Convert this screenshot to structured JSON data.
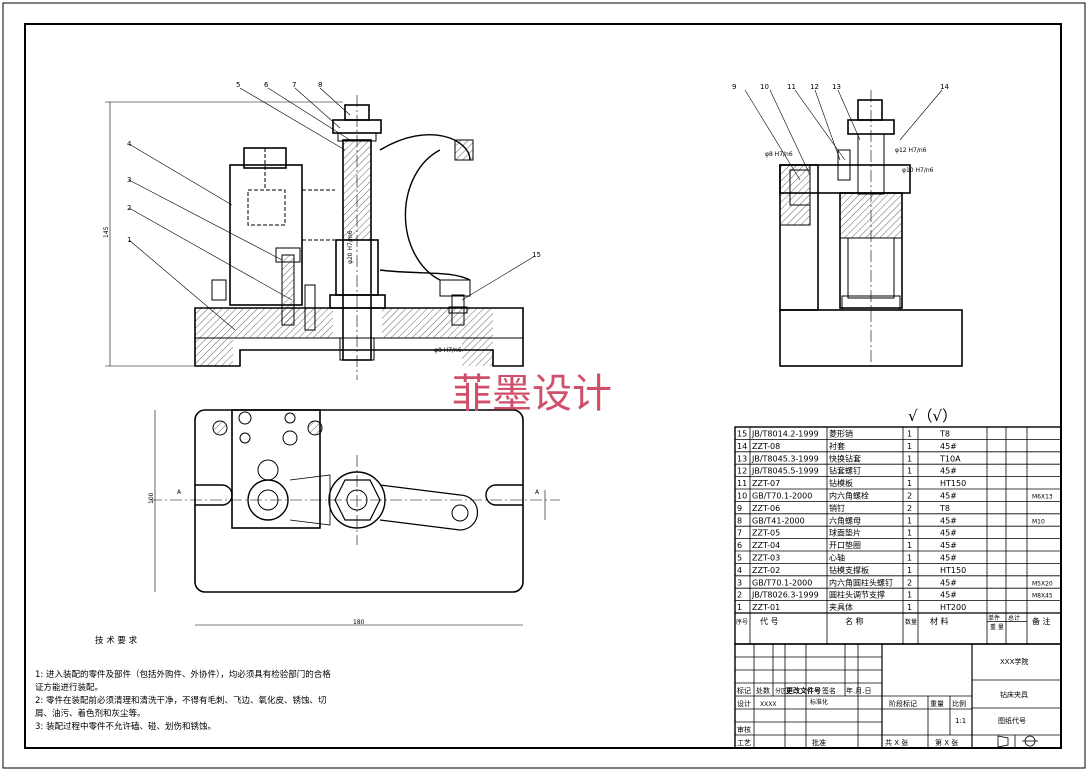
{
  "watermark": "菲墨设计",
  "tech_req": {
    "title": "技 术 要 求",
    "lines": [
      "1: 进入装配的零件及部件（包括外购件、外协件），均必须具有检验部门的合格",
      "证方能进行装配。",
      "2: 零件在装配前必须清理和清洗干净，不得有毛刺、飞边、氧化皮、锈蚀、切",
      "屑、油污、着色剂和灰尘等。",
      "3: 装配过程中零件不允许磕、碰、划伤和锈蚀。"
    ]
  },
  "dimensions": {
    "height": "145",
    "width": "180",
    "depth": "100",
    "dia_shaft": "φ20 H7/m6",
    "dia_pin": "φ8 H7/n6",
    "dia_12": "φ12 H7/n6",
    "dia_10": "φ10 H7/n6",
    "dia_8r": "φ8 H7/n6"
  },
  "roughness": "√（√）",
  "section_marks": {
    "a": "A",
    "b": "A"
  },
  "balloons_front": [
    "1",
    "2",
    "3",
    "4",
    "5",
    "6",
    "7",
    "8",
    "15"
  ],
  "balloons_side": [
    "9",
    "10",
    "11",
    "12",
    "13",
    "14"
  ],
  "bom": {
    "rows": [
      {
        "no": "15",
        "code": "JB/T8014.2-1999",
        "name": "菱形销",
        "qty": "1",
        "mat": "T8",
        "note": ""
      },
      {
        "no": "14",
        "code": "ZZT-08",
        "name": "衬套",
        "qty": "1",
        "mat": "45#",
        "note": ""
      },
      {
        "no": "13",
        "code": "JB/T8045.3-1999",
        "name": "快换钻套",
        "qty": "1",
        "mat": "T10A",
        "note": ""
      },
      {
        "no": "12",
        "code": "JB/T8045.5-1999",
        "name": "钻套螺钉",
        "qty": "1",
        "mat": "45#",
        "note": ""
      },
      {
        "no": "11",
        "code": "ZZT-07",
        "name": "钻模板",
        "qty": "1",
        "mat": "HT150",
        "note": ""
      },
      {
        "no": "10",
        "code": "GB/T70.1-2000",
        "name": "内六角螺栓",
        "qty": "2",
        "mat": "45#",
        "note": "M6X13"
      },
      {
        "no": "9",
        "code": "ZZT-06",
        "name": "销钉",
        "qty": "2",
        "mat": "T8",
        "note": ""
      },
      {
        "no": "8",
        "code": "GB/T41-2000",
        "name": "六角螺母",
        "qty": "1",
        "mat": "45#",
        "note": "M10"
      },
      {
        "no": "7",
        "code": "ZZT-05",
        "name": "球面垫片",
        "qty": "1",
        "mat": "45#",
        "note": ""
      },
      {
        "no": "6",
        "code": "ZZT-04",
        "name": "开口垫圈",
        "qty": "1",
        "mat": "45#",
        "note": ""
      },
      {
        "no": "5",
        "code": "ZZT-03",
        "name": "心轴",
        "qty": "1",
        "mat": "45#",
        "note": ""
      },
      {
        "no": "4",
        "code": "ZZT-02",
        "name": "钻模支撑板",
        "qty": "1",
        "mat": "HT150",
        "note": ""
      },
      {
        "no": "3",
        "code": "GB/T70.1-2000",
        "name": "内六角圆柱头螺钉",
        "qty": "2",
        "mat": "45#",
        "note": "M5X20"
      },
      {
        "no": "2",
        "code": "JB/T8026.3-1999",
        "name": "圆柱头调节支撑",
        "qty": "1",
        "mat": "45#",
        "note": "M8X45"
      },
      {
        "no": "1",
        "code": "ZZT-01",
        "name": "夹具体",
        "qty": "1",
        "mat": "HT200",
        "note": ""
      }
    ],
    "header": {
      "no": "序号",
      "code": "代    号",
      "name": "名    称",
      "qty": "数量",
      "mat": "材    料",
      "single": "单件",
      "total": "总计",
      "weight": "重    量",
      "note": "备    注"
    }
  },
  "title_block": {
    "school": "XXX学院",
    "drawing_name": "钻床夹具",
    "drawing_code": "图纸代号",
    "mark": "标记",
    "count": "处数",
    "zone": "分区",
    "change_doc": "更改文件号",
    "sign": "签名",
    "date": "年.月.日",
    "design": "设计",
    "designer": "XXXX",
    "standard": "标准化",
    "stage_mark": "阶段标记",
    "weight": "重量",
    "scale": "比例",
    "scale_val": "1:1",
    "check": "审核",
    "process": "工艺",
    "approve": "批准",
    "sheets": "共  X  张",
    "sheet": "第  X  张"
  }
}
